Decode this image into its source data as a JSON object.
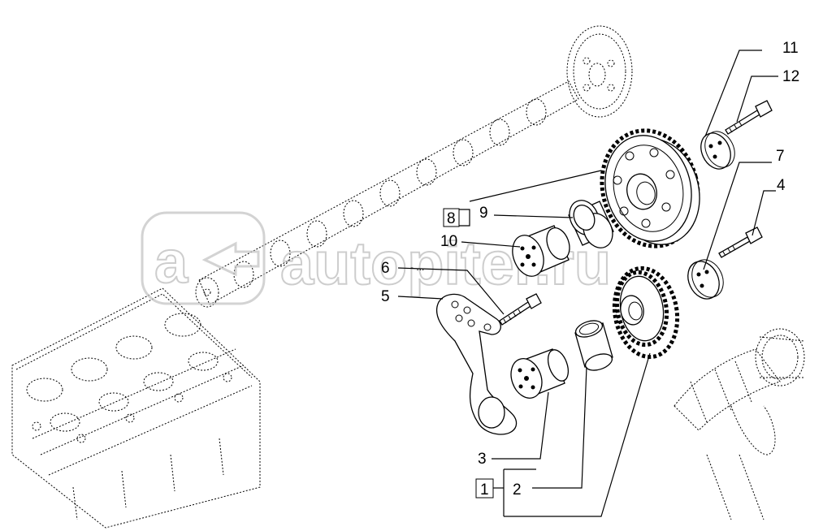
{
  "watermark": {
    "text": "autopiter.ru"
  },
  "callouts": {
    "c1": "1",
    "c2": "2",
    "c3": "3",
    "c4": "4",
    "c5": "5",
    "c6": "6",
    "c7": "7",
    "c8": "8",
    "c9": "9",
    "c10": "10",
    "c11": "11",
    "c12": "12",
    "c6_note": "- ..."
  }
}
